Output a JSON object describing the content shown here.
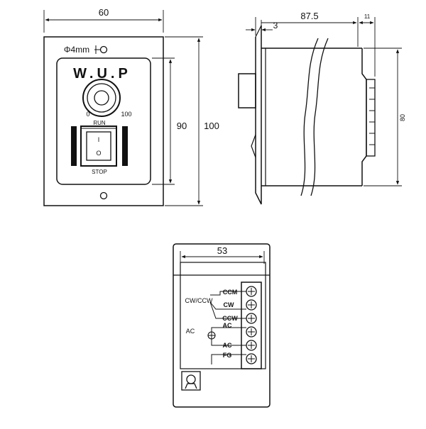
{
  "front_view": {
    "width_dim": "60",
    "height_inner_dim": "90",
    "height_outer_dim": "100",
    "hole_label": "Φ4mm",
    "brand": "W.U.P",
    "scale_min": "0",
    "scale_max": "100",
    "run_label": "RUN",
    "stop_label": "STOP",
    "switch_on_mark": "I",
    "switch_off_mark": "O"
  },
  "side_view": {
    "depth_dim": "87.5",
    "flange_dim": "3",
    "terminal_dim": "11",
    "height_dim": "80"
  },
  "rear_view": {
    "width_dim": "53",
    "group_cw_ccw": "CW/CCW",
    "group_ac": "AC",
    "terminals": [
      "CCM",
      "CW",
      "CCW",
      "AC",
      "AC",
      "FG"
    ]
  }
}
